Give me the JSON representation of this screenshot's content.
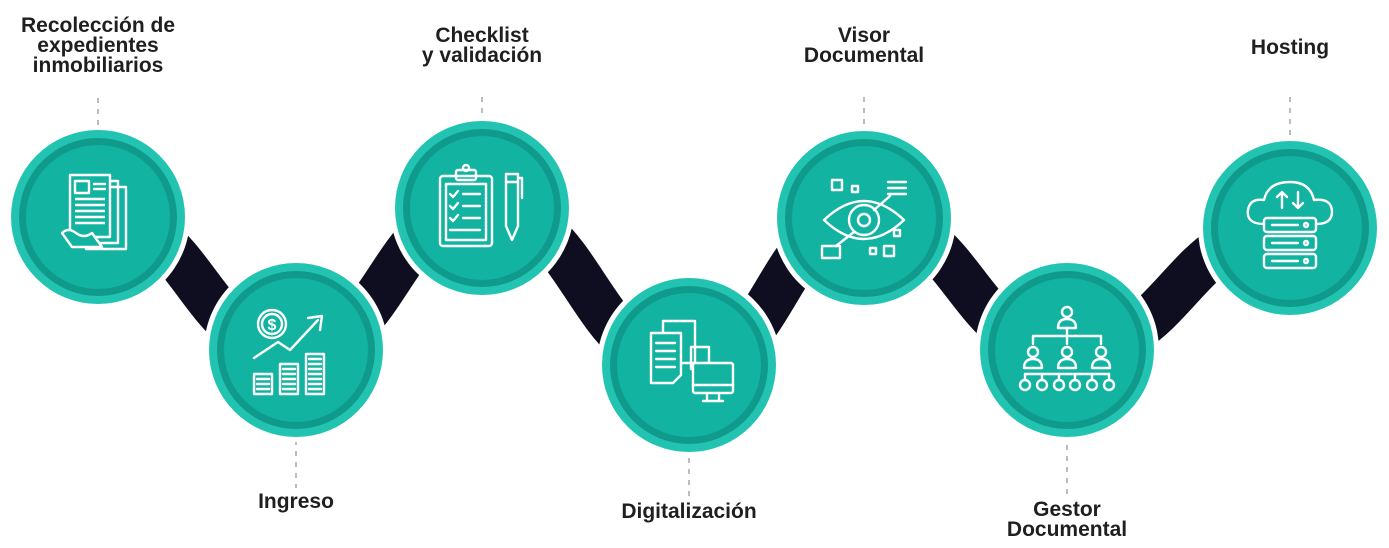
{
  "process": {
    "colors": {
      "ribbon": "#0e0e20",
      "ring_light": "#22c4b1",
      "ring_mid": "#109a8c",
      "disk": "#12b3a1",
      "icon_line": "#ffffff",
      "text": "#1f1f1f",
      "connector": "#bdbdbd"
    },
    "steps": [
      {
        "label": "Recolección de\nexpedientes\ninmobiliarios",
        "icon": "documents-icon"
      },
      {
        "label": "Ingreso",
        "icon": "revenue-growth-icon"
      },
      {
        "label": "Checklist\ny validación",
        "icon": "clipboard-checklist-icon"
      },
      {
        "label": "Digitalización",
        "icon": "digitization-icon"
      },
      {
        "label": "Visor\nDocumental",
        "icon": "document-viewer-eye-icon"
      },
      {
        "label": "Gestor\nDocumental",
        "icon": "hierarchy-icon"
      },
      {
        "label": "Hosting",
        "icon": "cloud-server-icon"
      }
    ]
  }
}
